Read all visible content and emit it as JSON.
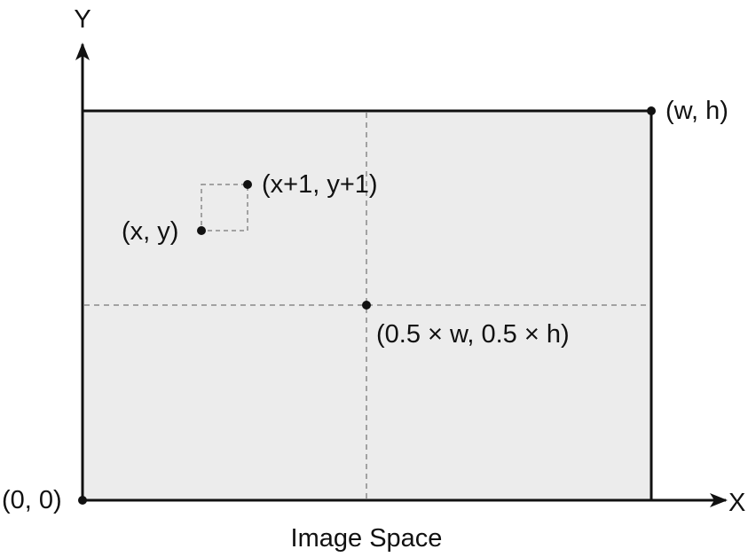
{
  "axes": {
    "y_label": "Y",
    "x_label": "X"
  },
  "points": {
    "origin": "(0, 0)",
    "top_right": "(w, h)",
    "pixel_corner": "(x, y)",
    "pixel_next": "(x+1, y+1)",
    "center": "(0.5 × w, 0.5 × h)"
  },
  "caption": "Image Space",
  "colors": {
    "canvas_fill": "#ececec",
    "stroke": "#111111",
    "dashed": "#8a8a8a"
  }
}
